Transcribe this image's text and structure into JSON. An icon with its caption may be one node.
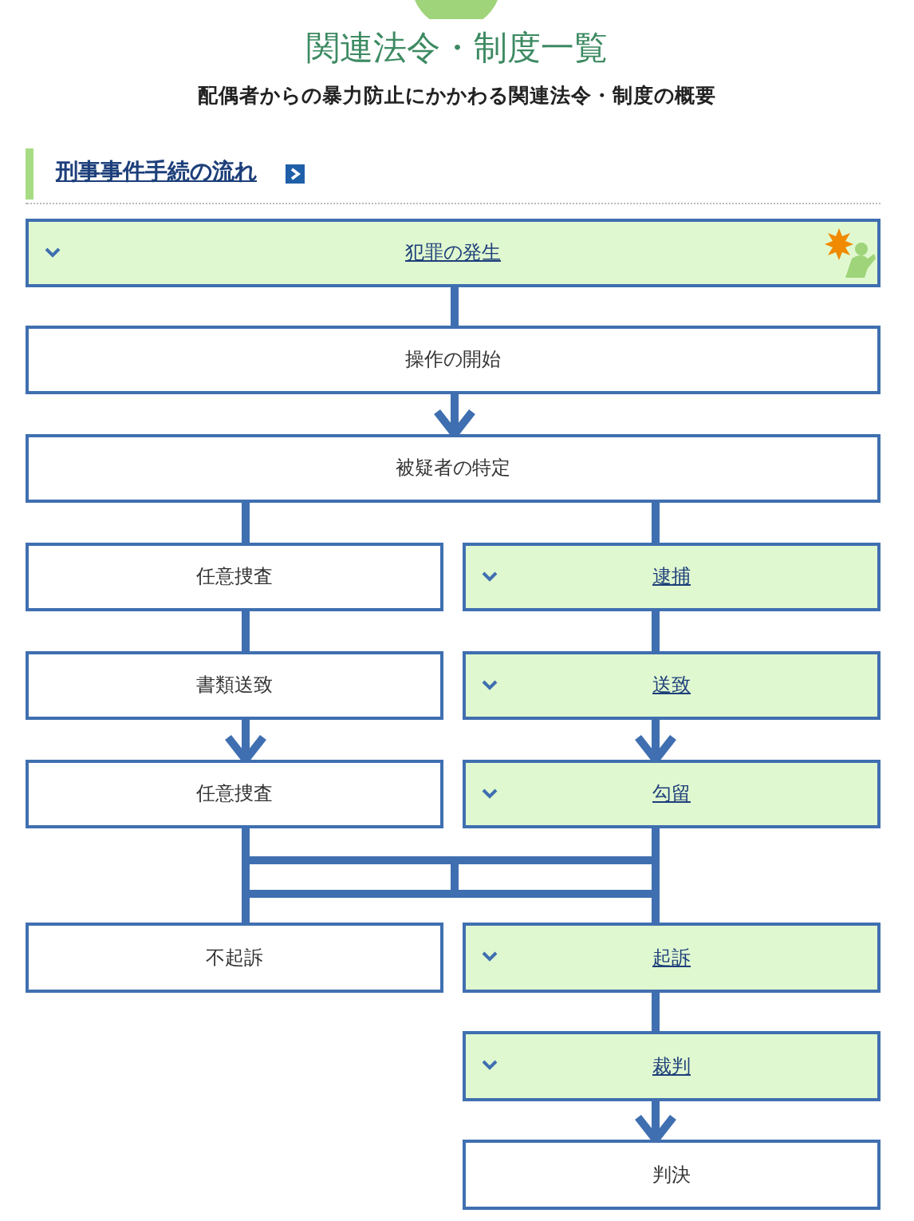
{
  "diagram": {
    "title": "関連法令・制度一覧",
    "nodes": [
      {
        "text": [
          "犯罪の発生"
        ]
      },
      {
        "text": [
          "操作の開始"
        ]
      },
      {
        "text": [
          "被疑者の特定"
        ]
      },
      {
        "text": [
          "任意捜査"
        ]
      },
      {
        "text": [
          "逮捕"
        ]
      },
      {
        "text": [
          "書類送致"
        ]
      },
      {
        "text": [
          "送致"
        ]
      },
      {
        "text": [
          "任意捜査"
        ]
      },
      {
        "text": [
          "勾留"
        ]
      },
      {
        "text": [
          "不起訴"
        ]
      },
      {
        "text": [
          "起訴"
        ]
      },
      {
        "text": [
          "裁判"
        ]
      },
      {
        "text": [
          "判決"
        ]
      }
    ],
    "edges": [
      {
        "from": 0,
        "to": 1,
        "arrow": "none"
      },
      {
        "from": 1,
        "to": 2,
        "arrow": "to"
      },
      {
        "from": 2,
        "to": 3,
        "arrow": "none"
      },
      {
        "from": 2,
        "to": 4,
        "arrow": "none"
      },
      {
        "from": 3,
        "to": 5,
        "arrow": "none"
      },
      {
        "from": 4,
        "to": 6,
        "arrow": "none"
      },
      {
        "from": 5,
        "to": 7,
        "arrow": "to"
      },
      {
        "from": 6,
        "to": 8,
        "arrow": "to"
      },
      {
        "from": 7,
        "to": 9,
        "arrow": "none"
      },
      {
        "from": 7,
        "to": 10,
        "arrow": "none"
      },
      {
        "from": 8,
        "to": 9,
        "arrow": "none"
      },
      {
        "from": 8,
        "to": 10,
        "arrow": "none"
      },
      {
        "from": 10,
        "to": 11,
        "arrow": "none"
      },
      {
        "from": 11,
        "to": 12,
        "arrow": "to"
      }
    ],
    "labels": [
      "配偶者からの暴力防止にかかわる関連法令・制度の概要",
      "刑事事件手続の流れ"
    ]
  }
}
